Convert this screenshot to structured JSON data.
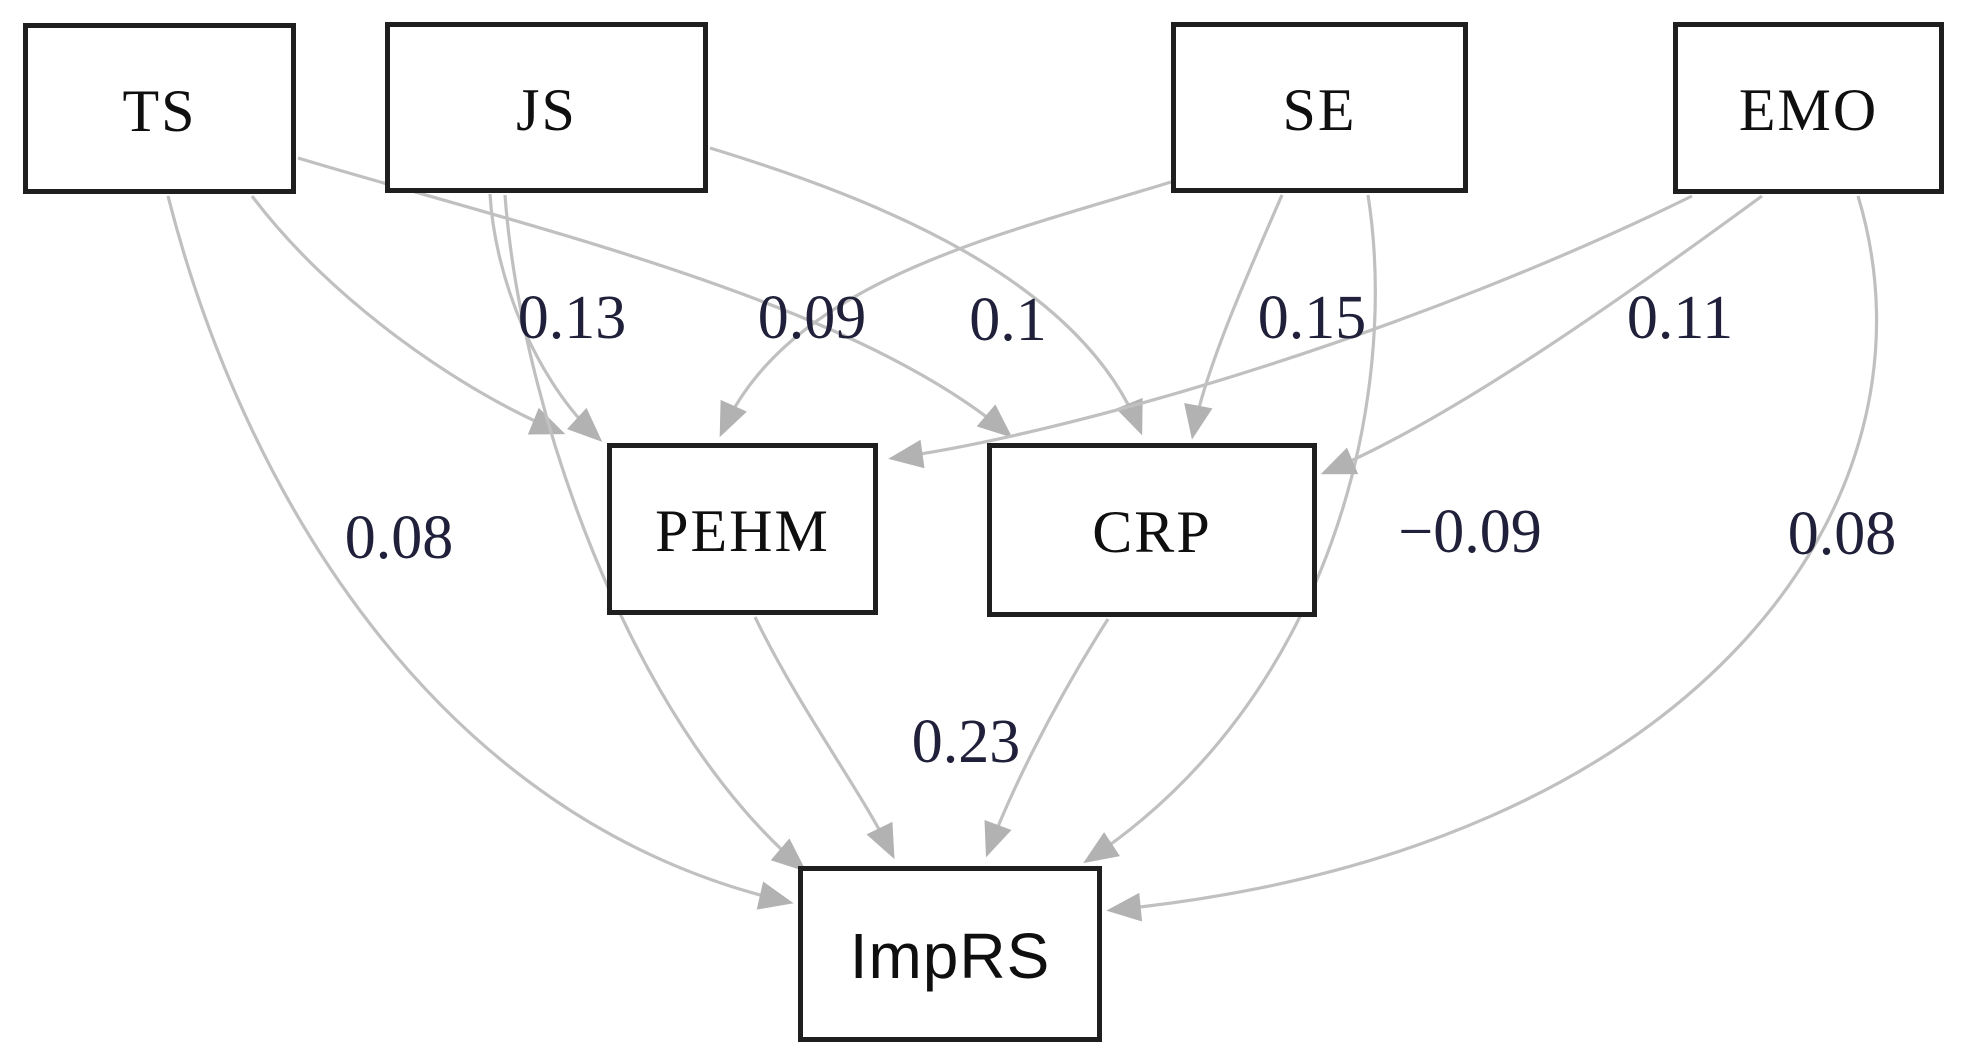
{
  "diagram": {
    "title": "",
    "kind": "sem-path-diagram",
    "colors": {
      "background": "#ffffff",
      "edge_line": "#c0c0c0",
      "arrow_head": "#b2b2b2",
      "box_border": "#1f1f1f",
      "box_fill": "#ffffff",
      "node_text": "#0f0f0f",
      "coefficient_text": "#20203a"
    },
    "nodes": [
      {
        "id": "TS",
        "label": "TS"
      },
      {
        "id": "JS",
        "label": "JS"
      },
      {
        "id": "SE",
        "label": "SE"
      },
      {
        "id": "EMO",
        "label": "EMO"
      },
      {
        "id": "PEHM",
        "label": "PEHM"
      },
      {
        "id": "CRP",
        "label": "CRP"
      },
      {
        "id": "ImpRS",
        "label": "ImpRS"
      }
    ],
    "edges": [
      {
        "from": "TS",
        "to": "PEHM",
        "label": "0.13"
      },
      {
        "from": "TS",
        "to": "CRP",
        "label": ""
      },
      {
        "from": "TS",
        "to": "ImpRS",
        "label": "0.08"
      },
      {
        "from": "JS",
        "to": "PEHM",
        "label": ""
      },
      {
        "from": "JS",
        "to": "CRP",
        "label": "0.1"
      },
      {
        "from": "JS",
        "to": "ImpRS",
        "label": ""
      },
      {
        "from": "SE",
        "to": "PEHM",
        "label": "0.09"
      },
      {
        "from": "SE",
        "to": "CRP",
        "label": "0.15"
      },
      {
        "from": "SE",
        "to": "ImpRS",
        "label": "−0.09"
      },
      {
        "from": "EMO",
        "to": "PEHM",
        "label": ""
      },
      {
        "from": "EMO",
        "to": "CRP",
        "label": "0.11"
      },
      {
        "from": "EMO",
        "to": "ImpRS",
        "label": "0.08"
      },
      {
        "from": "PEHM",
        "to": "ImpRS",
        "label": ""
      },
      {
        "from": "CRP",
        "to": "ImpRS",
        "label": "0.23"
      }
    ]
  }
}
